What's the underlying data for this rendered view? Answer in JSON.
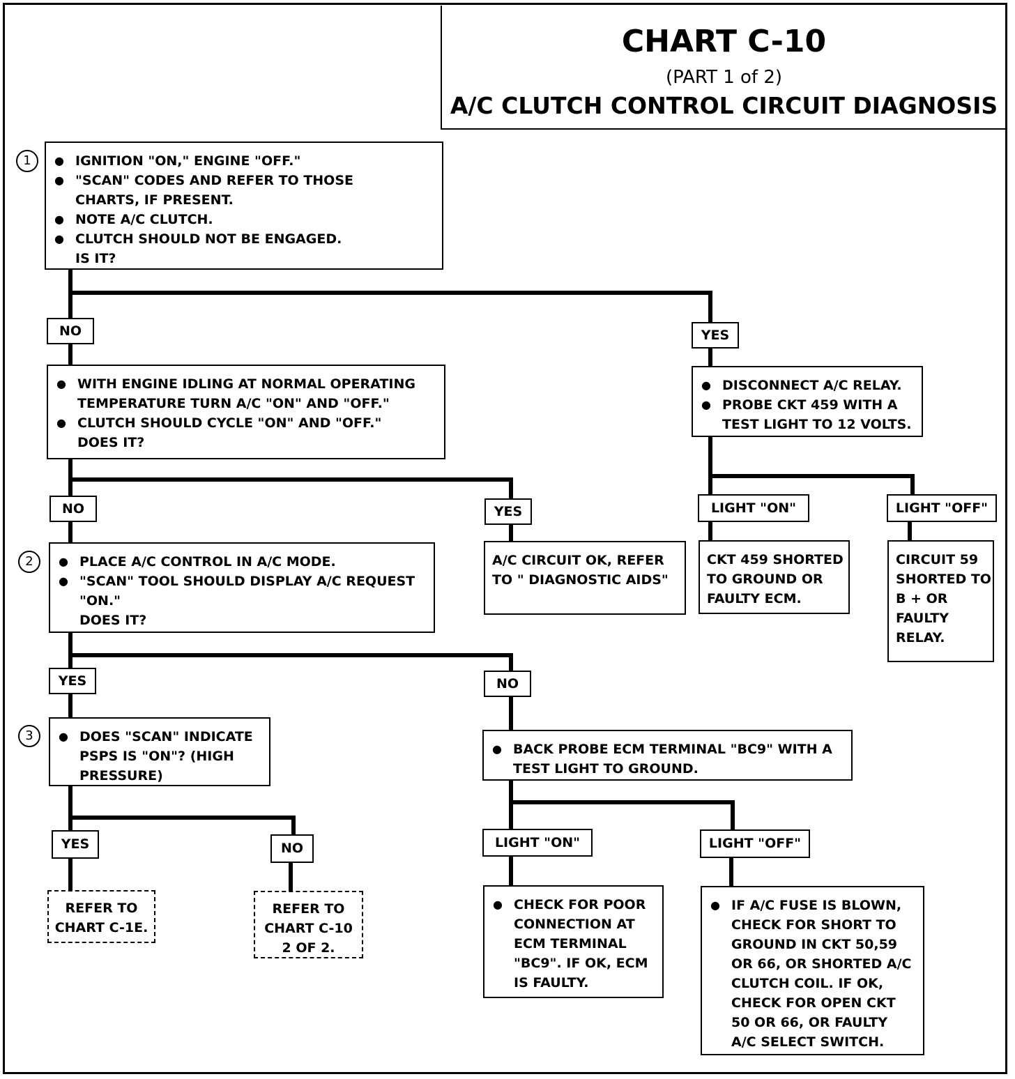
{
  "title": {
    "chart": "CHART C-10",
    "part": "(PART 1 of 2)",
    "subtitle": "A/C CLUTCH CONTROL CIRCUIT DIAGNOSIS"
  },
  "steps": [
    "1",
    "2",
    "3"
  ],
  "box1": {
    "items": [
      "IGNITION \"ON,\" ENGINE \"OFF.\"",
      "\"SCAN\" CODES AND REFER TO THOSE CHARTS, IF PRESENT.",
      "NOTE A/C CLUTCH.",
      "CLUTCH SHOULD NOT BE ENGAGED."
    ],
    "question": "IS IT?"
  },
  "labels": {
    "no1": "NO",
    "yes1": "YES",
    "no2": "NO",
    "yes2": "YES",
    "light_on_a": "LIGHT \"ON\"",
    "light_off_a": "LIGHT \"OFF\"",
    "yes3": "YES",
    "no3": "NO",
    "yes4": "YES",
    "no4": "NO",
    "light_on_b": "LIGHT \"ON\"",
    "light_off_b": "LIGHT \"OFF\""
  },
  "box_engine_idle": {
    "items": [
      "WITH ENGINE IDLING AT NORMAL OPERATING TEMPERATURE TURN A/C \"ON\" AND \"OFF.\"",
      "CLUTCH SHOULD CYCLE \"ON\" AND \"OFF.\""
    ],
    "question": "DOES IT?"
  },
  "box_relay": {
    "items": [
      "DISCONNECT A/C RELAY.",
      "PROBE CKT 459 WITH A TEST LIGHT TO 12  VOLTS."
    ]
  },
  "box_place_ac": {
    "items": [
      "PLACE A/C CONTROL IN A/C MODE.",
      "\"SCAN\" TOOL SHOULD DISPLAY A/C REQUEST \"ON.\""
    ],
    "question": "DOES IT?"
  },
  "box_ac_ok": {
    "text": "A/C CIRCUIT OK, REFER TO  \" DIAGNOSTIC AIDS\""
  },
  "box_ckt459": {
    "text": "CKT 459 SHORTED TO GROUND OR FAULTY ECM."
  },
  "box_circuit59": {
    "text": "CIRCUIT 59 SHORTED TO B + OR FAULTY RELAY."
  },
  "box_psps": {
    "items": [
      "DOES \"SCAN\" INDICATE PSPS IS \"ON\"? (HIGH PRESSURE)"
    ]
  },
  "box_back_probe": {
    "items": [
      "BACK PROBE ECM TERMINAL \"BC9\" WITH A TEST LIGHT TO GROUND."
    ]
  },
  "ref_c1e": {
    "text": "REFER TO CHART C-1E."
  },
  "ref_c10": {
    "text": "REFER TO CHART C-10 2 OF 2."
  },
  "box_poor_conn": {
    "items": [
      "CHECK FOR POOR CONNECTION AT ECM TERMINAL \"BC9\".  IF OK, ECM IS FAULTY."
    ]
  },
  "box_fuse": {
    "items": [
      "IF A/C FUSE IS BLOWN, CHECK FOR SHORT TO GROUND IN CKT 50,59 OR 66, OR SHORTED A/C CLUTCH COIL.  IF OK, CHECK FOR OPEN CKT 50 OR 66, OR FAULTY A/C SELECT SWITCH."
    ]
  }
}
